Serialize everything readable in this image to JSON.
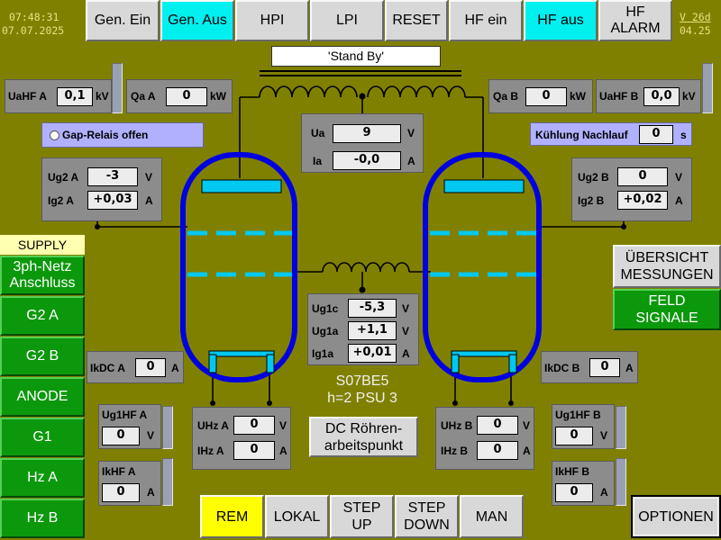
{
  "header": {
    "time": "07:48:31",
    "date": "07.07.2025",
    "version": "V 26d",
    "version_date": "04.25",
    "buttons": [
      "Gen. Ein",
      "Gen. Aus",
      "HPI",
      "LPI",
      "RESET",
      "HF ein",
      "HF aus",
      "HF\nALARM"
    ]
  },
  "status": "'Stand By'",
  "colors": {
    "background": "#808000",
    "panel": "#8c8c8c",
    "tube": "#0000e0",
    "electrode": "#00c8f0",
    "cyan_button": "#00f0f0",
    "green_button": "#0c980c",
    "rem_button": "#ffff00",
    "gap_relais_box": "#b0b0ff"
  },
  "hf_left": {
    "label": "UaHF A",
    "value": "0,1",
    "unit": "kV"
  },
  "hf_right": {
    "label": "UaHF B",
    "value": "0,0",
    "unit": "kV"
  },
  "qa_left": {
    "label": "Qa A",
    "value": "0",
    "unit": "kW"
  },
  "qa_right": {
    "label": "Qa B",
    "value": "0",
    "unit": "kW"
  },
  "anode": {
    "ua_label": "Ua",
    "ua_value": "9",
    "ua_unit": "V",
    "ia_label": "Ia",
    "ia_value": "-0,0",
    "ia_unit": "A"
  },
  "gap_relais": {
    "icon": "indicator-dot-icon",
    "label": "Gap-Relais offen"
  },
  "kuehlung": {
    "label": "Kühlung Nachlauf",
    "value": "0",
    "unit": "s"
  },
  "g2_left": {
    "ug_label": "Ug2 A",
    "ug_value": "-3",
    "ug_unit": "V",
    "ig_label": "Ig2 A",
    "ig_value": "+0,03",
    "ig_unit": "A"
  },
  "g2_right": {
    "ug_label": "Ug2 B",
    "ug_value": "0",
    "ug_unit": "V",
    "ig_label": "Ig2 B",
    "ig_value": "+0,02",
    "ig_unit": "A"
  },
  "supply": {
    "title": "SUPPLY",
    "buttons": [
      "3ph-Netz\nAnschluss",
      "G2 A",
      "G2 B",
      "ANODE",
      "G1",
      "Hz A",
      "Hz B"
    ]
  },
  "right_menu": {
    "uebersicht": "ÜBERSICHT\nMESSUNGEN",
    "feld": "FELD\nSIGNALE"
  },
  "g1": {
    "ug1c_label": "Ug1c",
    "ug1c_value": "-5,3",
    "ug1c_unit": "V",
    "ug1a_label": "Ug1a",
    "ug1a_value": "+1,1",
    "ug1a_unit": "V",
    "ig1a_label": "Ig1a",
    "ig1a_value": "+0,01",
    "ig1a_unit": "A"
  },
  "ikdc_left": {
    "label": "IkDC A",
    "value": "0",
    "unit": "A"
  },
  "ikdc_right": {
    "label": "IkDC B",
    "value": "0",
    "unit": "A"
  },
  "center_info": {
    "line1": "S07BE5",
    "line2": "h=2 PSU 3"
  },
  "dc_button": "DC Röhren-\narbeitspunkt",
  "uhz_left": {
    "u_label": "UHz A",
    "u_value": "0",
    "u_unit": "V",
    "i_label": "IHz A",
    "i_value": "0",
    "i_unit": "A"
  },
  "uhz_right": {
    "u_label": "UHz B",
    "u_value": "0",
    "u_unit": "V",
    "i_label": "IHz B",
    "i_value": "0",
    "i_unit": "A"
  },
  "ug1hf_left": {
    "label": "Ug1HF A",
    "value": "0",
    "unit": "V"
  },
  "ug1hf_right": {
    "label": "Ug1HF B",
    "value": "0",
    "unit": "V"
  },
  "ikhf_left": {
    "label": "IkHF A",
    "value": "0",
    "unit": "A"
  },
  "ikhf_right": {
    "label": "IkHF B",
    "value": "0",
    "unit": "A"
  },
  "bottom": {
    "buttons": [
      "REM",
      "LOKAL",
      "STEP\nUP",
      "STEP\nDOWN",
      "MAN"
    ],
    "optionen": "OPTIONEN"
  }
}
